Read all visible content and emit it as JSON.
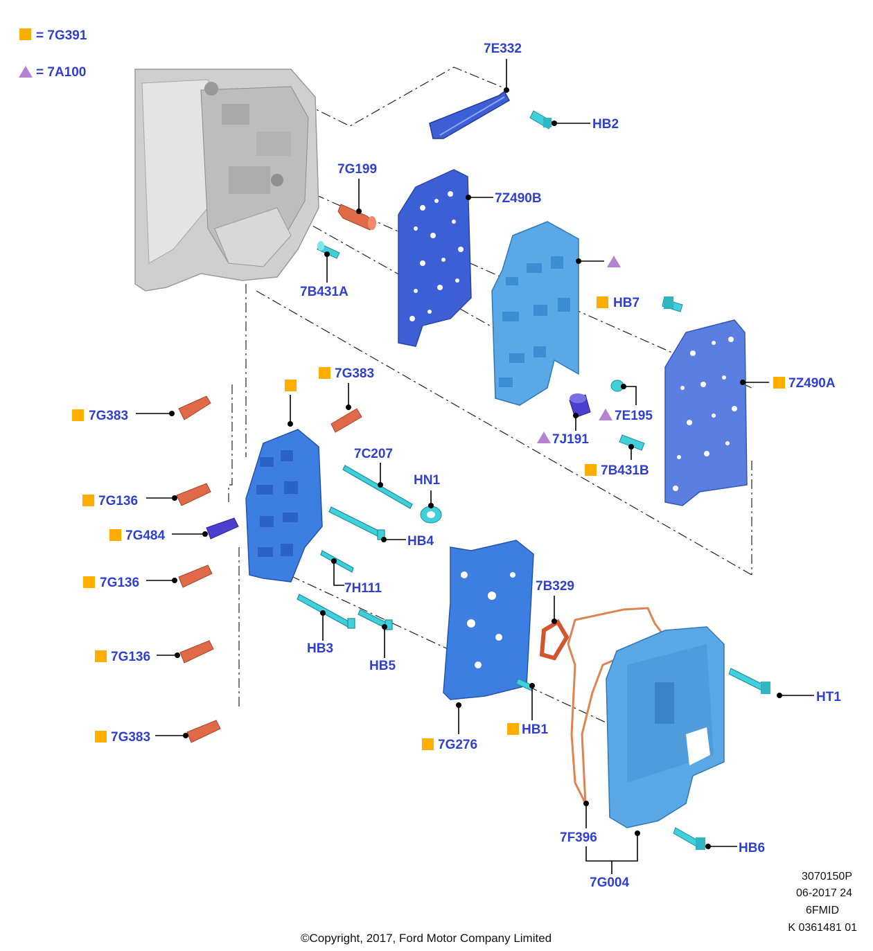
{
  "legend": {
    "square_code": "7G391",
    "triangle_code": "7A100"
  },
  "labels": {
    "7E332": "7E332",
    "HB2": "HB2",
    "7G199": "7G199",
    "7Z490B": "7Z490B",
    "7B431A": "7B431A",
    "HB7": "HB7",
    "7Z490A": "7Z490A",
    "7E195": "7E195",
    "7J191": "7J191",
    "7B431B": "7B431B",
    "7G383_top": "7G383",
    "7G383_left1": "7G383",
    "7C207": "7C207",
    "HN1": "HN1",
    "7G136_1": "7G136",
    "7G484": "7G484",
    "HB4": "HB4",
    "7G136_2": "7G136",
    "7H111": "7H111",
    "7B329": "7B329",
    "HB3": "HB3",
    "HB5": "HB5",
    "7G136_3": "7G136",
    "HT1": "HT1",
    "HB1": "HB1",
    "7G383_bottom": "7G383",
    "7G276": "7G276",
    "7F396": "7F396",
    "HB6": "HB6",
    "7G004": "7G004"
  },
  "footer": {
    "ref1": "3070150P",
    "ref2": "06-2017 24",
    "ref3": "6FMID",
    "ref4": "K 0361481 01",
    "copyright": "©Copyright, 2017, Ford Motor Company Limited"
  },
  "colors": {
    "label_blue": "#2f3fd0",
    "square_orange": "#ffae00",
    "triangle_purple": "#b583cf",
    "plate_blue": "#3d5fd6",
    "valve_light_blue": "#5aa8e6",
    "solenoid_orange": "#e06a47",
    "bolt_cyan": "#3fd0dc",
    "housing_gray": "#c8c8c8"
  }
}
